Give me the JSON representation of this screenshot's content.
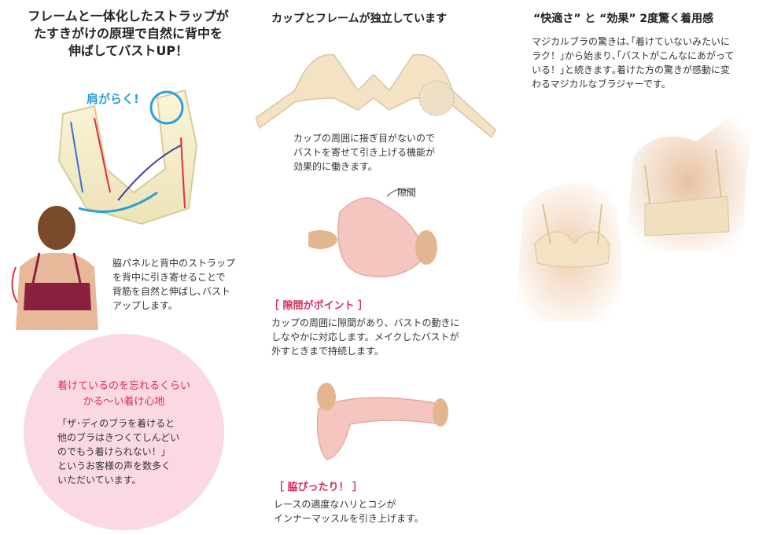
{
  "col1": {
    "heading": "フレームと一体化したストラップが\nたすきがけの原理で自然に背中を\n伸ばしてバストUP！",
    "callout": "肩がらく!",
    "body": "脇パネルと背中のストラップ\nを背中に引き寄せることで\n背筋を自然と伸ばし､バスト\nアップします。",
    "bubble_title": "着けているのを忘れるくらい\nかる〜い着け心地",
    "bubble_body": "「ザ･ディのブラを着けると\n他のブラはきつくてしんどい\nのでもう着けられない！」\nというお客様の声を数多く\nいただいています。"
  },
  "col2": {
    "heading": "カップとフレームが独立しています",
    "body1": "カップの周囲に接ぎ目がないので\nバストを寄せて引き上げる機能が\n効果的に働きます。",
    "gap_label": "隙間",
    "point1_title": "［ 隙間がポイント ］",
    "point1_body": "カップの周囲に隙間があり、バストの動きに\nしなやかに対応します。メイクしたバストが\n外すときまで持続します。",
    "point2_title": "［ 脇ぴったり！ ］",
    "point2_body": "レースの適度なハリとコシが\nインナーマッスルを引き上げます。"
  },
  "col3": {
    "heading": "“快適さ” と “効果” 2度驚く着用感",
    "body": "マジカルブラの驚きは､｢着けていないみたいに\nラク！｣から始まり､｢バストがこんなにあがって\nいる！｣と続きます｡着けた方の驚きが感動に変\nわるマジカルなブラジャーです。"
  },
  "colors": {
    "accent": "#d4305a",
    "bubble": "#fbd9e2",
    "beige": "#f3e2c4",
    "pink": "#f5c6c0",
    "blue": "#2a9fd8",
    "arrow_red": "#e03040"
  }
}
